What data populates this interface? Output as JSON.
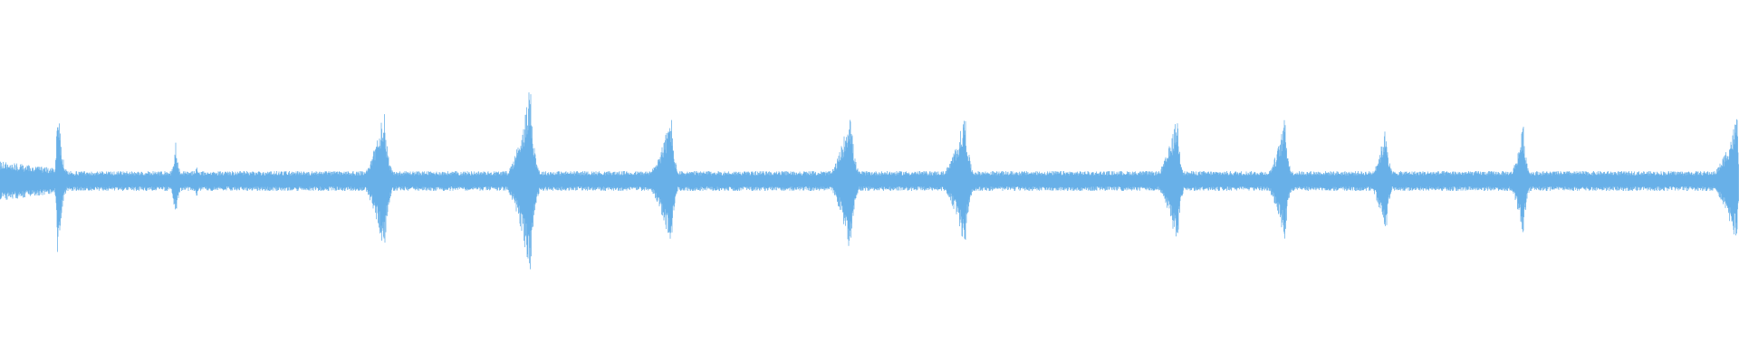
{
  "waveform": {
    "color": "#5aa9e6",
    "background": "#ffffff",
    "baseline_amplitude": 0.055,
    "transients": [
      {
        "time": 0.033,
        "peak": 0.52,
        "shape": "spike",
        "lead": 0.002,
        "decay": 0.006
      },
      {
        "time": 0.101,
        "peak": 0.22,
        "shape": "burst",
        "lead": 0.006,
        "decay": 0.005
      },
      {
        "time": 0.113,
        "peak": 0.1,
        "shape": "burst",
        "lead": 0.003,
        "decay": 0.004
      },
      {
        "time": 0.221,
        "peak": 0.41,
        "shape": "swell",
        "lead": 0.018,
        "decay": 0.006
      },
      {
        "time": 0.305,
        "peak": 0.54,
        "shape": "swell",
        "lead": 0.02,
        "decay": 0.006
      },
      {
        "time": 0.386,
        "peak": 0.38,
        "shape": "swell",
        "lead": 0.02,
        "decay": 0.005
      },
      {
        "time": 0.489,
        "peak": 0.41,
        "shape": "swell",
        "lead": 0.018,
        "decay": 0.006
      },
      {
        "time": 0.555,
        "peak": 0.38,
        "shape": "swell",
        "lead": 0.02,
        "decay": 0.006
      },
      {
        "time": 0.677,
        "peak": 0.37,
        "shape": "swell",
        "lead": 0.018,
        "decay": 0.005
      },
      {
        "time": 0.739,
        "peak": 0.36,
        "shape": "swell",
        "lead": 0.016,
        "decay": 0.005
      },
      {
        "time": 0.797,
        "peak": 0.31,
        "shape": "swell",
        "lead": 0.014,
        "decay": 0.005
      },
      {
        "time": 0.876,
        "peak": 0.32,
        "shape": "swell",
        "lead": 0.012,
        "decay": 0.005
      },
      {
        "time": 0.999,
        "peak": 0.37,
        "shape": "swell",
        "lead": 0.022,
        "decay": 0.002
      }
    ],
    "leading_noise": {
      "end": 0.035,
      "amplitude": 0.11
    }
  }
}
